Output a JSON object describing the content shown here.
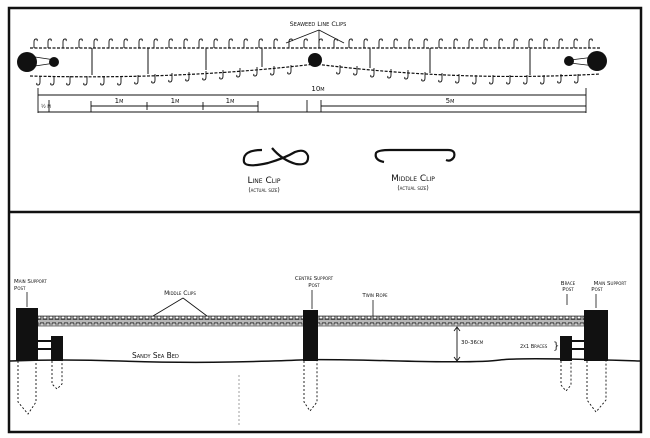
{
  "top_panel": {
    "callout_seaweed_line_clips": "Seaweed Line Clips",
    "dimensions": {
      "total": "10m",
      "offset": "½ m",
      "segment_1": "1m",
      "segment_2": "1m",
      "segment_3": "1m",
      "segment_right": "5m"
    },
    "line_clip": {
      "title": "Line Clip",
      "note": "(actual size)"
    },
    "middle_clip": {
      "title": "Middle Clip",
      "note": "(actual size)"
    }
  },
  "bottom_panel": {
    "main_support_post_left": {
      "line1": "Main Support",
      "line2": "Post"
    },
    "middle_clips": "Middle Clips",
    "centre_support_post": {
      "line1": "Centre Support",
      "line2": "Post"
    },
    "twin_rope": "Twin Rope",
    "brace_post": {
      "line1": "Brace",
      "line2": "Post"
    },
    "main_support_post_right": {
      "line1": "Main Support",
      "line2": "Post"
    },
    "depth": "30-36cm",
    "braces": "2x1 Braces",
    "sea_bed": "Sandy Sea Bed"
  },
  "colors": {
    "ink": "#111111",
    "paper": "#ffffff"
  }
}
